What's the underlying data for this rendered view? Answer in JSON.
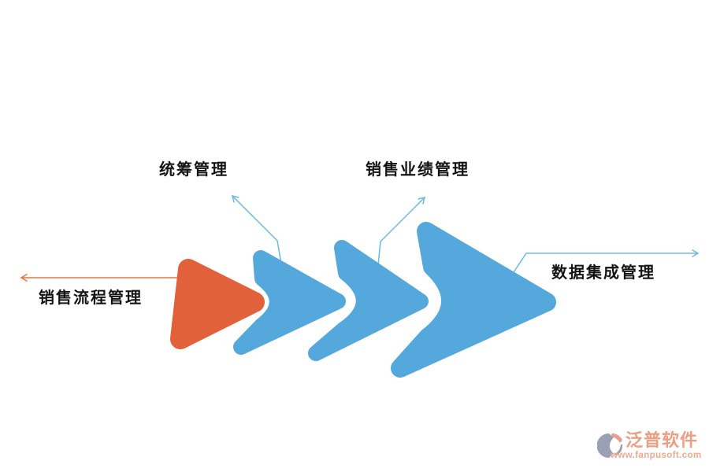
{
  "page": {
    "background": "#ffffff"
  },
  "diagram": {
    "type": "chevron-process-flow",
    "nodes": [
      {
        "label": "销售流程管理",
        "shape": "rounded-triangle",
        "shape_color": "#e0613a"
      },
      {
        "label": "统筹管理",
        "shape": "chevron",
        "shape_color": "#55a8db"
      },
      {
        "label": "销售业绩管理",
        "shape": "chevron",
        "shape_color": "#55a8db"
      },
      {
        "label": "数据集成管理",
        "shape": "chevron-large",
        "shape_color": "#55a8db"
      }
    ],
    "colors": {
      "orange_shape": "#e0613a",
      "blue_shape": "#55a8db",
      "orange_line": "#e8743f",
      "blue_line": "#6db8e5",
      "label_text": "#141414"
    }
  },
  "watermark": {
    "brand": "泛普软件",
    "url": "www.fanpusoft.com",
    "brand_color": "#eb9e82",
    "icon_gray": "#9aa1b5",
    "icon_salmon": "#e8a089"
  }
}
